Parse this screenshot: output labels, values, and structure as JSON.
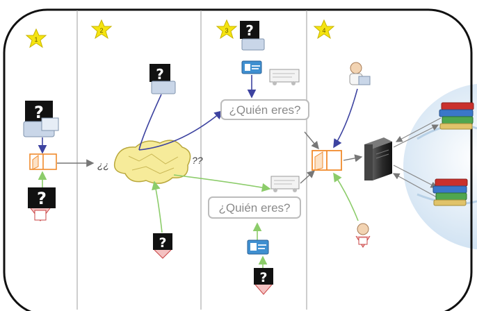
{
  "stages": [
    "1",
    "2",
    "3",
    "4"
  ],
  "unknown_symbol": "?",
  "dialog": {
    "top_text": "¿Quién eres?",
    "bottom_text": "¿Quién eres?"
  },
  "cloud_marks": {
    "left": "¿¿",
    "right": "??"
  },
  "colors": {
    "frame": "#111111",
    "divider": "#bdbdbd",
    "star": "#f5e410",
    "blue_arrow": "#3d43a0",
    "green_arrow": "#8ccc6a",
    "gray_arrow": "#8a8a8a",
    "door": "#f08a2c"
  }
}
